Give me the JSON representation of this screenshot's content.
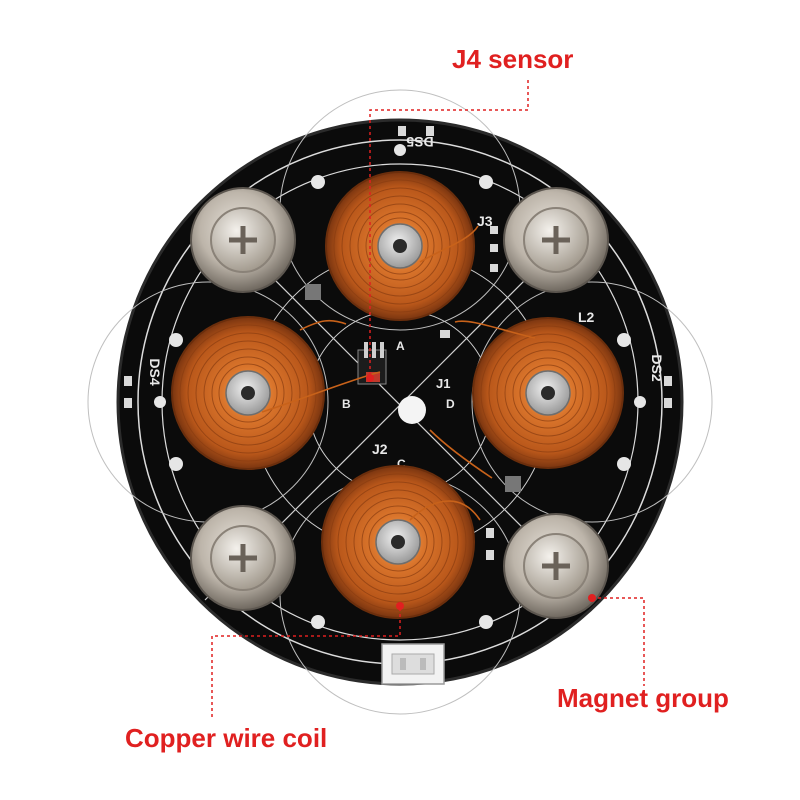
{
  "annotations": {
    "color": "#e02020",
    "j4_sensor": "J4 sensor",
    "magnet_group": "Magnet group",
    "copper_wire_coil": "Copper wire coil"
  },
  "silkscreen": {
    "ds5": "DS5",
    "ds4": "DS4",
    "ds2": "DS2",
    "j3": "J3",
    "j2": "J2",
    "j1": "J1",
    "l2": "L2",
    "a": "A",
    "b": "B",
    "c": "C",
    "d": "D"
  },
  "colors": {
    "pcb": "#0b0b0b",
    "silk": "#e8e8e8",
    "copper": "#c8621a",
    "magnet": "#b9b2a8"
  }
}
